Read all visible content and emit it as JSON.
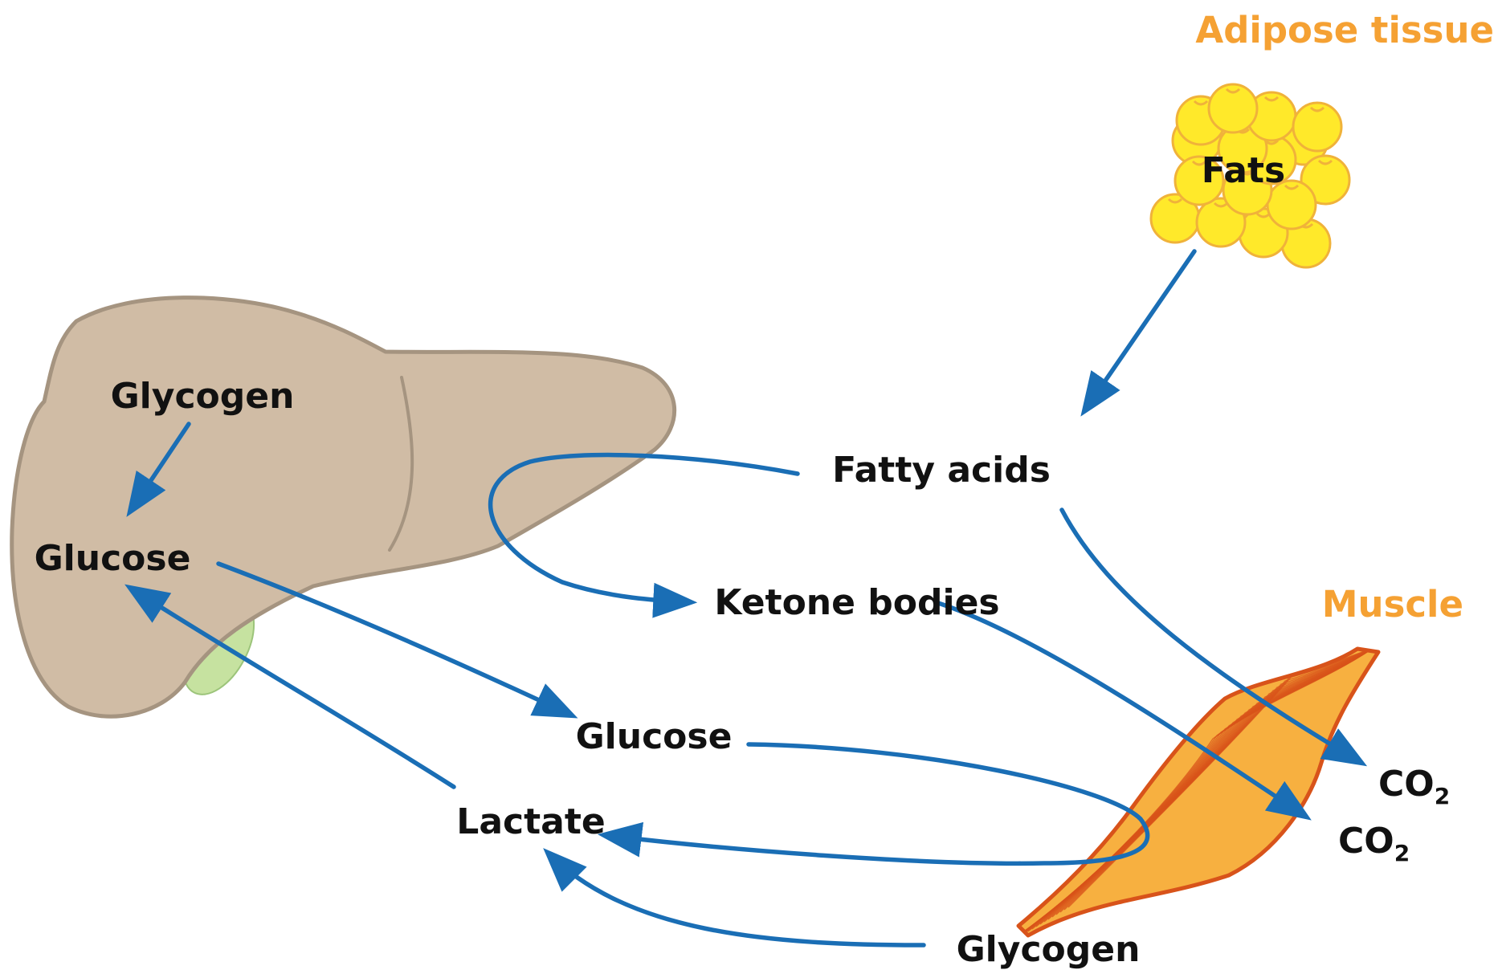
{
  "colors": {
    "arrow": "#1a6eb5",
    "organ_label": "#f5a133",
    "liver_fill": "#d0bca5",
    "liver_stroke": "#a59480",
    "gallbladder_fill": "#c6e2a0",
    "fat_cell_fill": "#ffe92a",
    "fat_cell_stroke": "#f0b23a",
    "muscle_fill": "#f7b040",
    "muscle_stroke": "#d8531a"
  },
  "organs": {
    "adipose": "Adipose tissue",
    "muscle": "Muscle"
  },
  "labels": {
    "fats": "Fats",
    "liver_glycogen": "Glycogen",
    "liver_glucose": "Glucose",
    "fatty_acids": "Fatty acids",
    "ketone_bodies": "Ketone bodies",
    "blood_glucose": "Glucose",
    "lactate": "Lactate",
    "muscle_glycogen": "Glycogen",
    "co2_a": {
      "main": "CO",
      "sub": "2"
    },
    "co2_b": {
      "main": "CO",
      "sub": "2"
    }
  }
}
